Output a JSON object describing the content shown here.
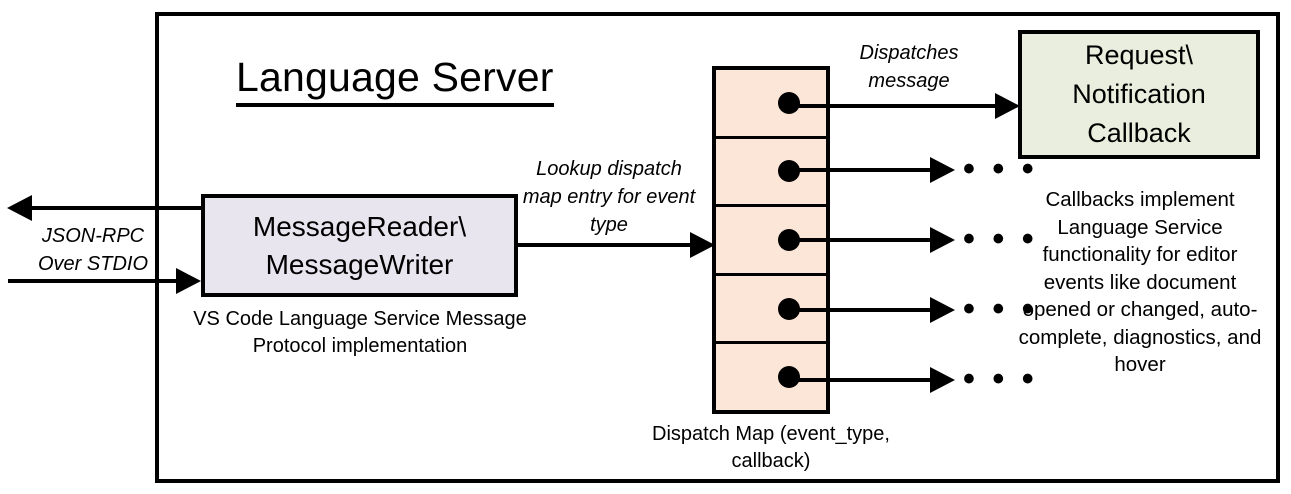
{
  "diagram": {
    "title": "Language Server",
    "colors": {
      "message_box_fill": "#E8E5EF",
      "callback_box_fill": "#E9EEDE",
      "dispatch_map_fill": "#FCE6D8",
      "stroke": "#000000",
      "background": "#FFFFFF"
    },
    "external_label": {
      "line1": "JSON-RPC",
      "line2": "Over STDIO"
    },
    "message_box": {
      "line1": "MessageReader\\",
      "line2": "MessageWriter",
      "caption_line1": "VS Code Language Service",
      "caption_line2": "Message Protocol implementation"
    },
    "lookup_label": {
      "line1": "Lookup dispatch",
      "line2": "map entry for",
      "line3": "event type"
    },
    "dispatch_map": {
      "rows": 5,
      "row_ids": [
        "entry-1",
        "entry-2",
        "entry-3",
        "entry-4",
        "entry-5"
      ],
      "caption_line1": "Dispatch Map",
      "caption_line2": "(event_type, callback)",
      "ellipsis": "• • •"
    },
    "dispatches_label": {
      "line1": "Dispatches",
      "line2": "message"
    },
    "callback_box": {
      "line1": "Request\\",
      "line2": "Notification",
      "line3": "Callback",
      "caption_line1": "Callbacks implement",
      "caption_line2": "Language Service",
      "caption_line3": "functionality for editor",
      "caption_line4": "events like document",
      "caption_line5": "opened or changed,",
      "caption_line6": "auto-complete,",
      "caption_line7": "diagnostics, and hover"
    }
  }
}
